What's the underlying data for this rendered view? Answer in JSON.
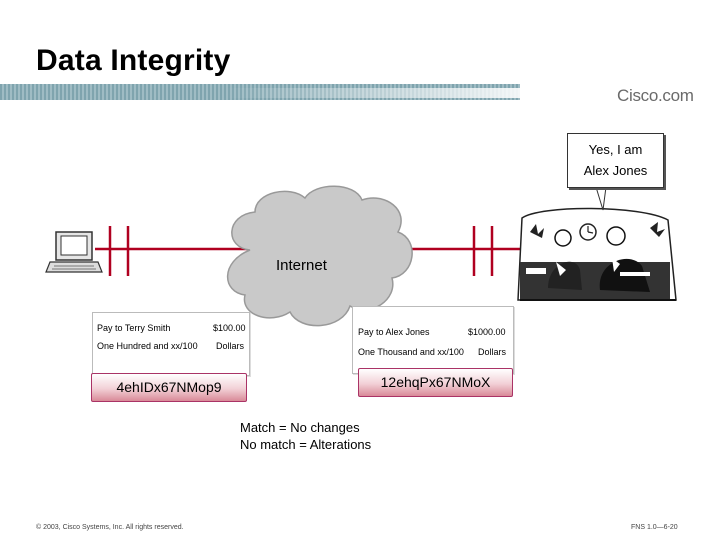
{
  "header": {
    "title": "Data Integrity",
    "brand": "Cisco.com"
  },
  "bubble": {
    "line1": "Yes, I am",
    "line2": "Alex Jones"
  },
  "network": {
    "label": "Internet"
  },
  "sender_document": {
    "payee": "Pay to Terry Smith",
    "amount": "$100.00",
    "words": "One Hundred and xx/100",
    "currency": "Dollars"
  },
  "receiver_document": {
    "payee": "Pay to Alex Jones",
    "amount": "$1000.00",
    "words": "One Thousand and xx/100",
    "currency": "Dollars"
  },
  "hashes": {
    "sender": "4ehIDx67NMop9",
    "receiver": "12ehqPx67NMoX"
  },
  "legend": {
    "match": "Match = No changes",
    "no_match": "No match = Alterations"
  },
  "footer": {
    "copyright": "© 2003, Cisco Systems, Inc. All rights reserved.",
    "page": "FNS 1.0—6-20"
  },
  "colors": {
    "link": "#b00020",
    "cloud": "#c9c9c9",
    "title_bar": "#8fb0b8",
    "hash_fill": "#e8aab4"
  }
}
